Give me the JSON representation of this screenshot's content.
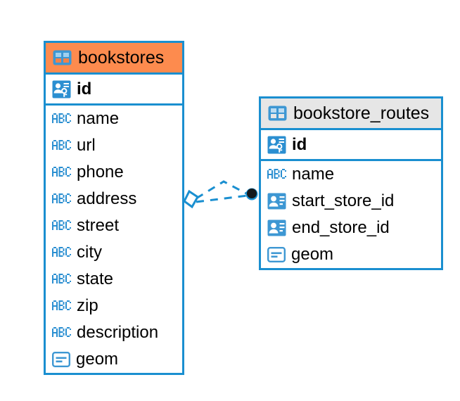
{
  "diagram": {
    "type": "entity-relationship-diagram",
    "background_color": "#ffffff",
    "accent_color": "#1a8fd0",
    "header_highlight_color": "#fd8b4e",
    "header_default_color": "#e6e6e6"
  },
  "entities": [
    {
      "name": "bookstores",
      "header_style": "orange",
      "icon": "table-icon",
      "fields": [
        {
          "name": "id",
          "icon": "primary-key-icon",
          "key": "primary"
        },
        {
          "name": "name",
          "icon": "abc-text-icon",
          "key": "none"
        },
        {
          "name": "url",
          "icon": "abc-text-icon",
          "key": "none"
        },
        {
          "name": "phone",
          "icon": "abc-text-icon",
          "key": "none"
        },
        {
          "name": "address",
          "icon": "abc-text-icon",
          "key": "none"
        },
        {
          "name": "street",
          "icon": "abc-text-icon",
          "key": "none"
        },
        {
          "name": "city",
          "icon": "abc-text-icon",
          "key": "none"
        },
        {
          "name": "state",
          "icon": "abc-text-icon",
          "key": "none"
        },
        {
          "name": "zip",
          "icon": "abc-text-icon",
          "key": "none"
        },
        {
          "name": "description",
          "icon": "abc-text-icon",
          "key": "none"
        },
        {
          "name": "geom",
          "icon": "geometry-icon",
          "key": "none"
        }
      ]
    },
    {
      "name": "bookstore_routes",
      "header_style": "grey",
      "icon": "table-icon",
      "fields": [
        {
          "name": "id",
          "icon": "primary-key-icon",
          "key": "primary"
        },
        {
          "name": "name",
          "icon": "abc-text-icon",
          "key": "none"
        },
        {
          "name": "start_store_id",
          "icon": "foreign-key-icon",
          "key": "foreign"
        },
        {
          "name": "end_store_id",
          "icon": "foreign-key-icon",
          "key": "foreign"
        },
        {
          "name": "geom",
          "icon": "geometry-icon",
          "key": "none"
        }
      ]
    }
  ],
  "relationship": {
    "source_entity": "bookstores",
    "target_entity": "bookstore_routes",
    "source_marker": "diamond",
    "target_marker": "filled-circle",
    "line_style": "dashed",
    "line_color": "#1a8fd0"
  }
}
